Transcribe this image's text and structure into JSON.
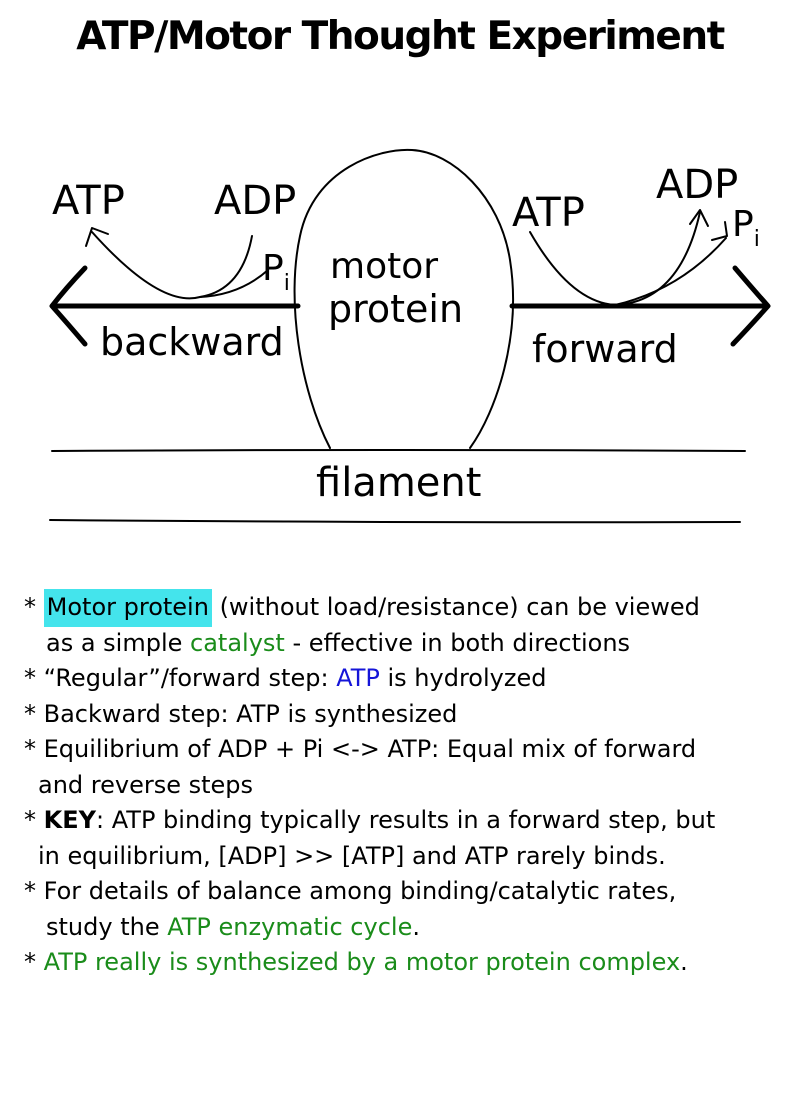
{
  "title": "ATP/Motor Thought Experiment",
  "diagram": {
    "left_atp": "ATP",
    "left_adp": "ADP",
    "left_p": "P",
    "left_p_sub": "i",
    "backward": "backward",
    "motor_line1": "motor",
    "motor_line2": "protein",
    "right_atp": "ATP",
    "right_adp": "ADP",
    "right_p": "P",
    "right_p_sub": "i",
    "forward": "forward",
    "filament": "filament"
  },
  "colors": {
    "highlight": "#44e4ec",
    "green": "#1a8c1a",
    "blue": "#1515d8"
  },
  "bullets": {
    "b1_star": "* ",
    "b1_hl": "Motor protein",
    "b1_rest": " (without load/resistance) can be viewed",
    "b1_cont_pre": "as a simple ",
    "b1_cont_green": "catalyst",
    "b1_cont_post": " - effective in both directions",
    "b2_pre": "*  “Regular”/forward step: ",
    "b2_blue": "ATP",
    "b2_post": " is hydrolyzed",
    "b3": "*  Backward step: ATP is synthesized",
    "b4": "* Equilibrium of ADP + Pi <-> ATP: Equal mix of forward",
    "b4_cont": "and reverse steps",
    "b5_star": "* ",
    "b5_key": "KEY",
    "b5_rest": ": ATP binding typically results in a forward step, but",
    "b5_cont": "in equilibrium, [ADP] >> [ATP] and ATP rarely binds.",
    "b6": "* For details of balance among binding/catalytic rates,",
    "b6_cont_pre": "study the ",
    "b6_cont_green": "ATP enzymatic cycle",
    "b6_cont_post": ".",
    "b7_star": "* ",
    "b7_green": "ATP really is synthesized by a motor protein complex",
    "b7_post": "."
  }
}
